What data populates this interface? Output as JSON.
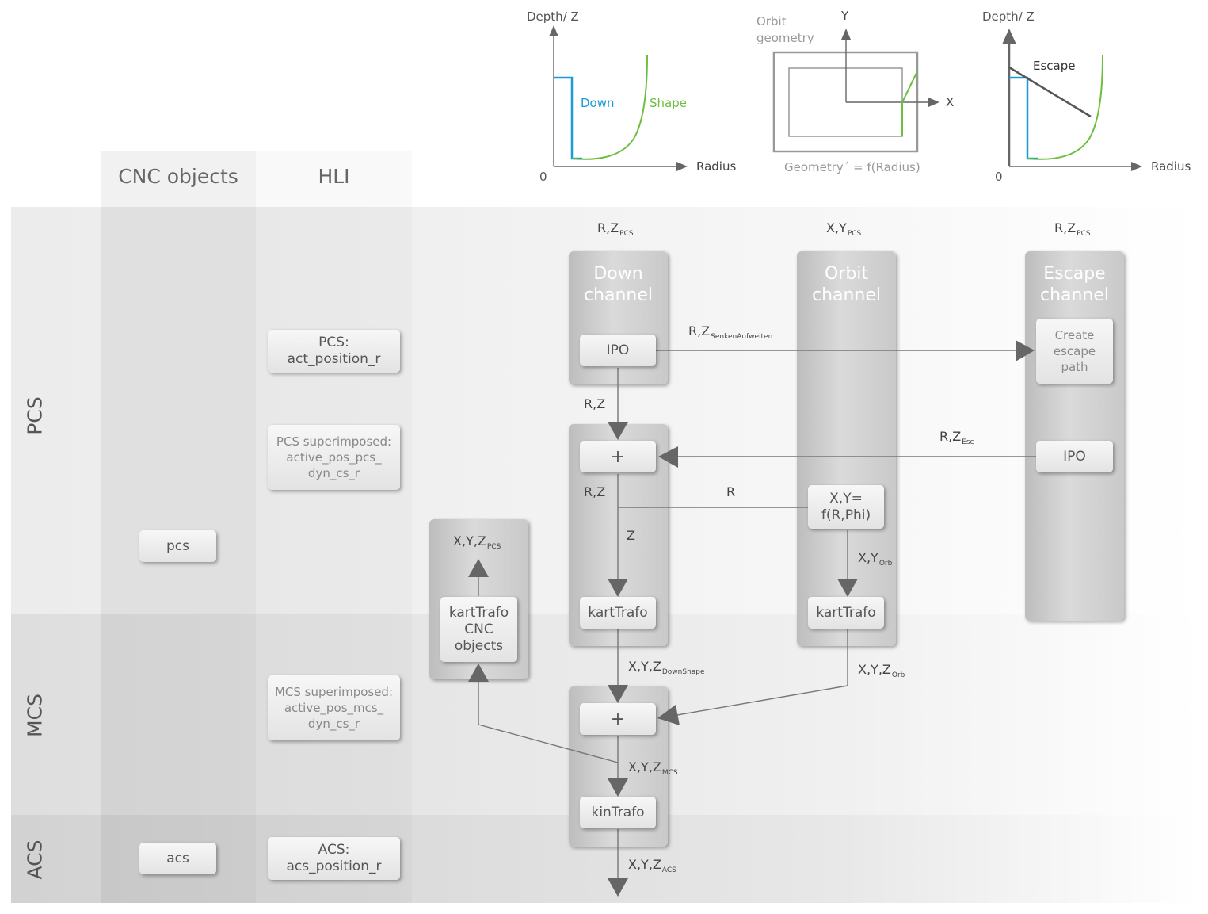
{
  "columns": {
    "cnc_objects": "CNC objects",
    "hli": "HLI"
  },
  "bands": {
    "pcs": "PCS",
    "mcs": "MCS",
    "acs": "ACS"
  },
  "graphs": {
    "down_shape": {
      "ylabel": "Depth/ Z",
      "xlabel": "Radius",
      "origin": "0",
      "down_label": "Down",
      "shape_label": "Shape"
    },
    "orbit": {
      "title": "Orbit\ngeometry",
      "y_label": "Y",
      "x_label": "X",
      "caption": "Geometry´ = f(Radius)"
    },
    "escape": {
      "ylabel": "Depth/ Z",
      "xlabel": "Radius",
      "origin": "0",
      "escape_label": "Escape"
    }
  },
  "channels": {
    "down": "Down\nchannel",
    "orbit": "Orbit\nchannel",
    "escape": "Escape\nchannel"
  },
  "hli_boxes": {
    "pcs_act": "PCS:\nact_position_r",
    "pcs_super": "PCS superimposed:\nactive_pos_pcs_\ndyn_cs_r",
    "mcs_super": "MCS superimposed:\nactive_pos_mcs_\ndyn_cs_r",
    "acs_pos": "ACS:\nacs_position_r"
  },
  "cnc_boxes": {
    "pcs": "pcs",
    "acs": "acs"
  },
  "blocks": {
    "ipo_down": "IPO",
    "plus_pcs": "+",
    "kart_down": "kartTrafo",
    "create_escape": "Create\nescape\npath",
    "ipo_escape": "IPO",
    "xy_func": "X,Y=\nf(R,Phi)",
    "kart_orbit": "kartTrafo",
    "kart_cnc": "kartTrafo\nCNC\nobjects",
    "plus_mcs": "+",
    "kin": "kinTrafo"
  },
  "signals": {
    "rz_pcs_down": {
      "main": "R,Z",
      "sub": "PCS"
    },
    "xy_pcs_orbit": {
      "main": "X,Y",
      "sub": "PCS"
    },
    "rz_pcs_escape": {
      "main": "R,Z",
      "sub": "PCS"
    },
    "rz_senken": {
      "main": "R,Z",
      "sub": "SenkenAufweiten"
    },
    "rz_1": {
      "main": "R,Z",
      "sub": ""
    },
    "rz_esc": {
      "main": "R,Z",
      "sub": "Esc"
    },
    "rz_2": {
      "main": "R,Z",
      "sub": ""
    },
    "r": {
      "main": "R",
      "sub": ""
    },
    "z": {
      "main": "Z",
      "sub": ""
    },
    "xy_orb": {
      "main": "X,Y",
      "sub": "Orb"
    },
    "xyz_pcs_cnc": {
      "main": "X,Y,Z",
      "sub": "PCS"
    },
    "xyz_downshape": {
      "main": "X,Y,Z",
      "sub": "DownShape"
    },
    "xyz_orb": {
      "main": "X,Y,Z",
      "sub": "Orb"
    },
    "xyz_mcs": {
      "main": "X,Y,Z",
      "sub": "MCS"
    },
    "xyz_acs": {
      "main": "X,Y,Z",
      "sub": "ACS"
    }
  },
  "colors": {
    "down": "#1a9ad6",
    "shape": "#6cbf3c",
    "escape": "#555555",
    "arrow": "#666666",
    "orbit_outline": "#999999"
  }
}
